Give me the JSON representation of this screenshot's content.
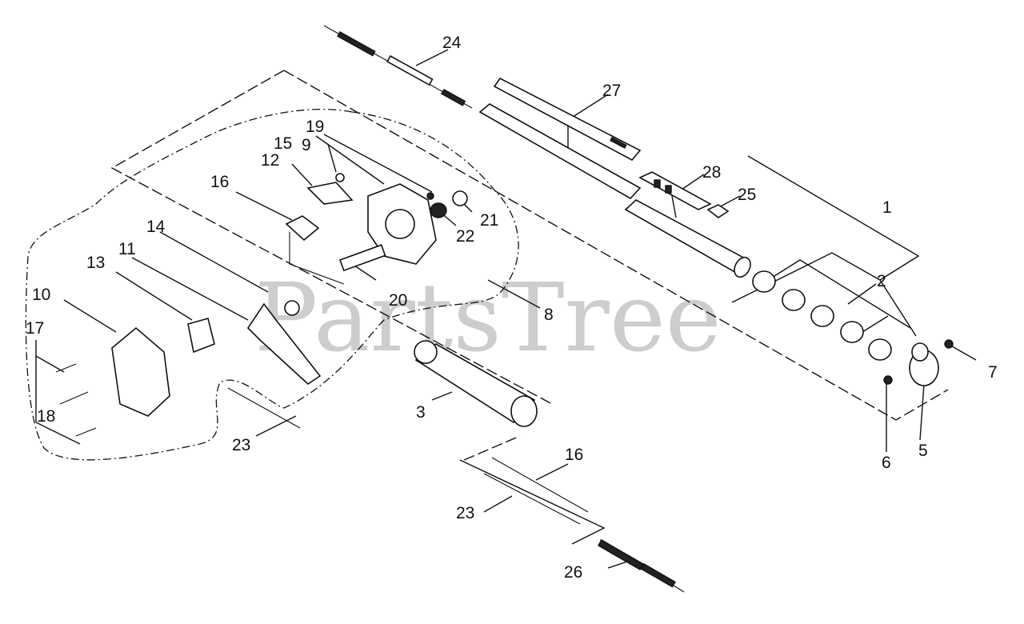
{
  "watermark": "PartsTree",
  "callouts": [
    {
      "label": "1"
    },
    {
      "label": "2"
    },
    {
      "label": "3"
    },
    {
      "label": "5"
    },
    {
      "label": "6"
    },
    {
      "label": "7"
    },
    {
      "label": "8"
    },
    {
      "label": "9"
    },
    {
      "label": "10"
    },
    {
      "label": "11"
    },
    {
      "label": "12"
    },
    {
      "label": "13"
    },
    {
      "label": "14"
    },
    {
      "label": "15"
    },
    {
      "label": "16"
    },
    {
      "label": "16"
    },
    {
      "label": "17"
    },
    {
      "label": "18"
    },
    {
      "label": "19"
    },
    {
      "label": "20"
    },
    {
      "label": "21"
    },
    {
      "label": "22"
    },
    {
      "label": "23"
    },
    {
      "label": "23"
    },
    {
      "label": "24"
    },
    {
      "label": "25"
    },
    {
      "label": "26"
    },
    {
      "label": "27"
    },
    {
      "label": "28"
    }
  ]
}
